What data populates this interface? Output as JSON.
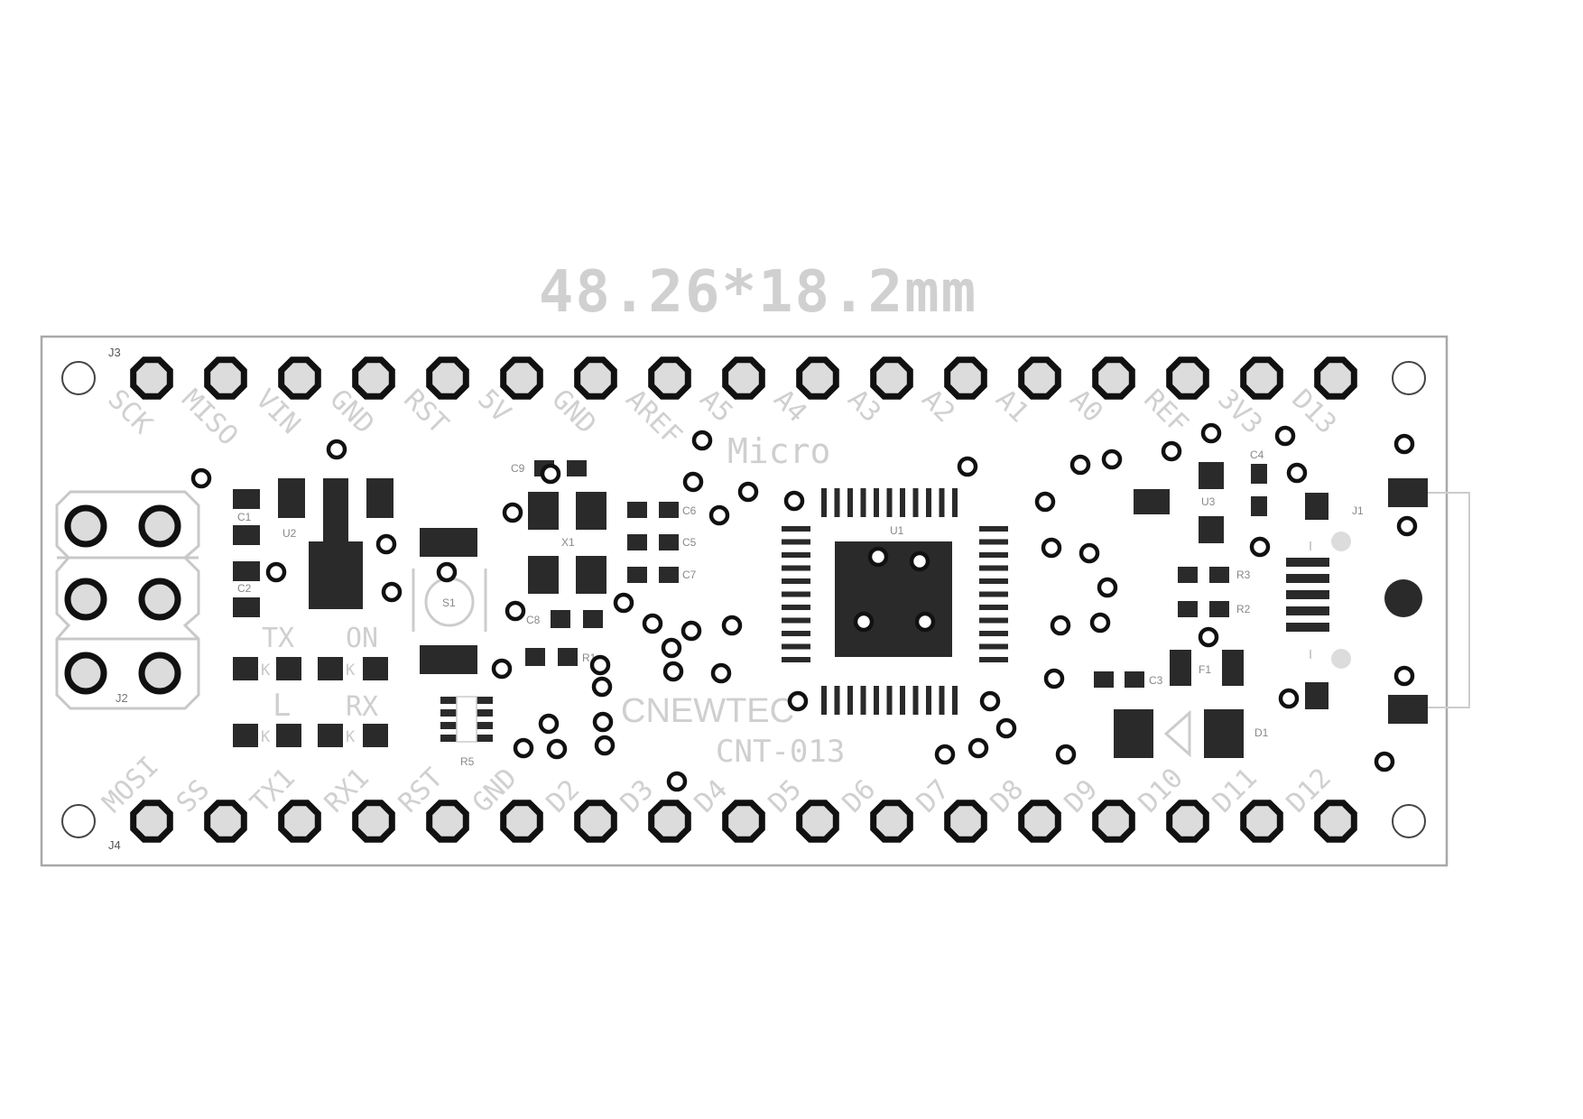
{
  "dimension_label": "48.26*18.2mm",
  "board": {
    "silkscreen_color": "#d0d0d0",
    "copper_color": "#2a2a2a",
    "outline_color": "#a8a8a8",
    "ref_top_header": "J3",
    "ref_bottom_header": "J4",
    "ref_icsp_header": "J2",
    "ref_usb": "J1",
    "top_pin_labels": [
      "SCK",
      "MISO",
      "VIN",
      "GND",
      "RST",
      "5V",
      "GND",
      "AREF",
      "A5",
      "A4",
      "A3",
      "A2",
      "A1",
      "A0",
      "REF",
      "3V3",
      "D13"
    ],
    "bottom_pin_labels": [
      "MOSI",
      "SS",
      "TX1",
      "RX1",
      "RST",
      "GND",
      "D2",
      "D3",
      "D4",
      "D5",
      "D6",
      "D7",
      "D8",
      "D9",
      "D10",
      "D11",
      "D12"
    ],
    "led_labels": {
      "tx": "TX",
      "on": "ON",
      "l": "L",
      "rx": "RX"
    },
    "brand": "CNEWTEC",
    "model": "CNT-013",
    "variant": "Micro",
    "designators": {
      "c1": "C1",
      "c2": "C2",
      "u2": "U2",
      "s1": "S1",
      "c9": "C9",
      "x1": "X1",
      "c8": "C8",
      "r1": "R1",
      "r5": "R5",
      "c6": "C6",
      "c5": "C5",
      "c7": "C7",
      "u1": "U1",
      "u3": "U3",
      "c4": "C4",
      "r3": "R3",
      "r2": "R2",
      "f1": "F1",
      "c3": "C3",
      "d1": "D1"
    }
  }
}
